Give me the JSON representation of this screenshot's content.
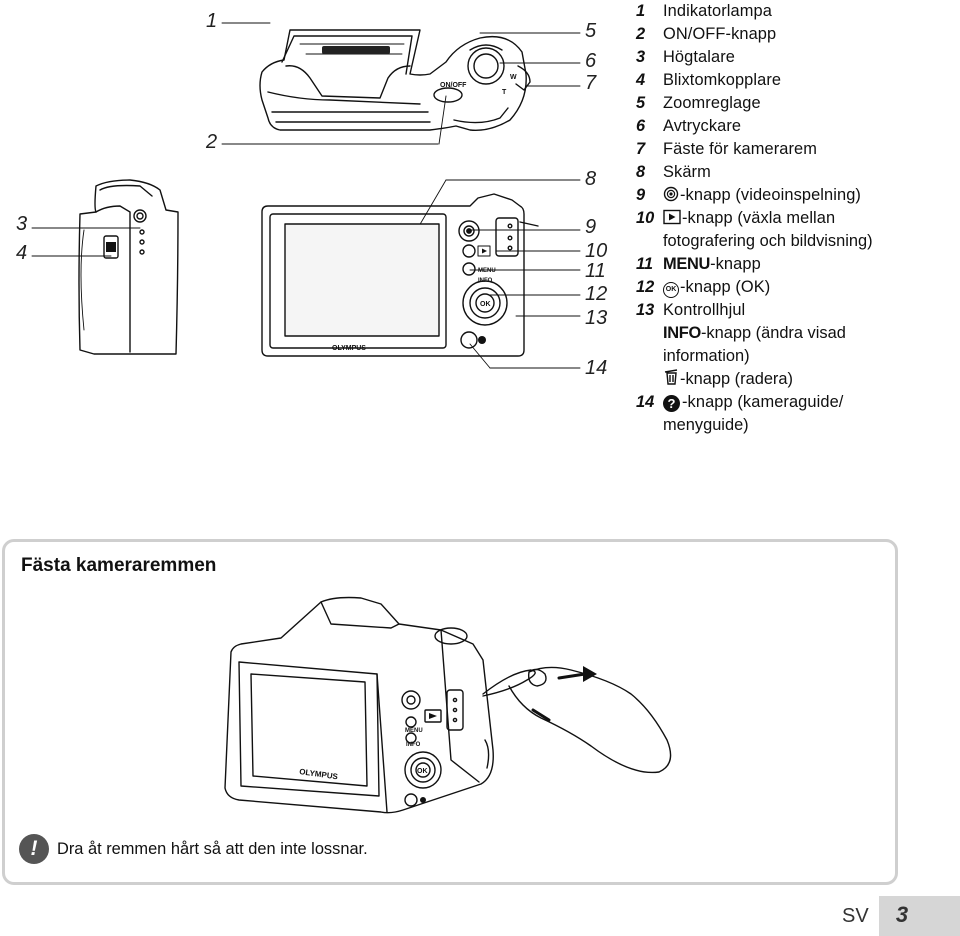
{
  "callouts": [
    "1",
    "2",
    "3",
    "4",
    "5",
    "6",
    "7",
    "8",
    "9",
    "10",
    "11",
    "12",
    "13",
    "14"
  ],
  "camera": {
    "brand": "OLYMPUS",
    "onoff_label": "ON/OFF",
    "menu_label": "MENU",
    "info_label": "INFO",
    "ok_label": "OK",
    "zoom_w": "W",
    "zoom_t": "T"
  },
  "legend": [
    {
      "num": "1",
      "label": "Indikatorlampa"
    },
    {
      "num": "2",
      "label": "ON/OFF-knapp"
    },
    {
      "num": "3",
      "label": "Högtalare"
    },
    {
      "num": "4",
      "label": "Blixtomkopplare"
    },
    {
      "num": "5",
      "label": "Zoomreglage"
    },
    {
      "num": "6",
      "label": "Avtryckare"
    },
    {
      "num": "7",
      "label": "Fäste för kamerarem"
    },
    {
      "num": "8",
      "label": "Skärm"
    },
    {
      "num": "9",
      "label": "-knapp (videoinspelning)",
      "icon": "record-icon"
    },
    {
      "num": "10",
      "label": "-knapp (växla mellan",
      "sub": "fotografering och bildvisning)",
      "icon": "play-icon"
    },
    {
      "num": "11",
      "label": "MENU",
      "suffix": "-knapp"
    },
    {
      "num": "12",
      "label": "-knapp (OK)",
      "icon": "ok-icon"
    },
    {
      "num": "13",
      "label": "Kontrollhjul",
      "sub1_bold": "INFO",
      "sub1": "-knapp (ändra visad",
      "sub2": "information)",
      "sub3": "-knapp (radera)"
    },
    {
      "num": "14",
      "label": "-knapp (kameraguide/",
      "sub": "menyguide)",
      "icon": "help-icon"
    }
  ],
  "strap": {
    "title": "Fästa kameraremmen",
    "caution": "Dra åt remmen hårt så att den inte lossnar.",
    "caution_icon": "!"
  },
  "footer": {
    "lang": "SV",
    "page": "3"
  }
}
